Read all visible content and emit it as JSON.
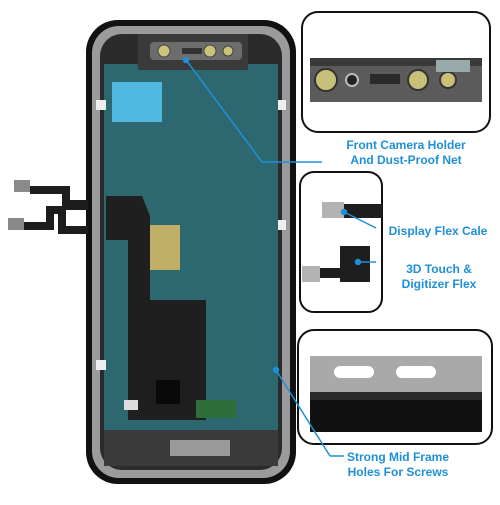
{
  "colors": {
    "accent": "#1e8fd8",
    "frame": "#1a1a1a",
    "panel": "#2f6f75",
    "flex": "#222222"
  },
  "callouts": [
    {
      "id": "front-camera",
      "lines": [
        "Front Camera Holder",
        "And Dust-Proof Net"
      ]
    },
    {
      "id": "display-flex",
      "lines": [
        "Display Flex Cale"
      ]
    },
    {
      "id": "touch-flex",
      "lines": [
        "3D Touch &",
        "Digitizer Flex"
      ]
    },
    {
      "id": "mid-frame",
      "lines": [
        "Strong Mid Frame",
        "Holes For Screws"
      ]
    }
  ]
}
